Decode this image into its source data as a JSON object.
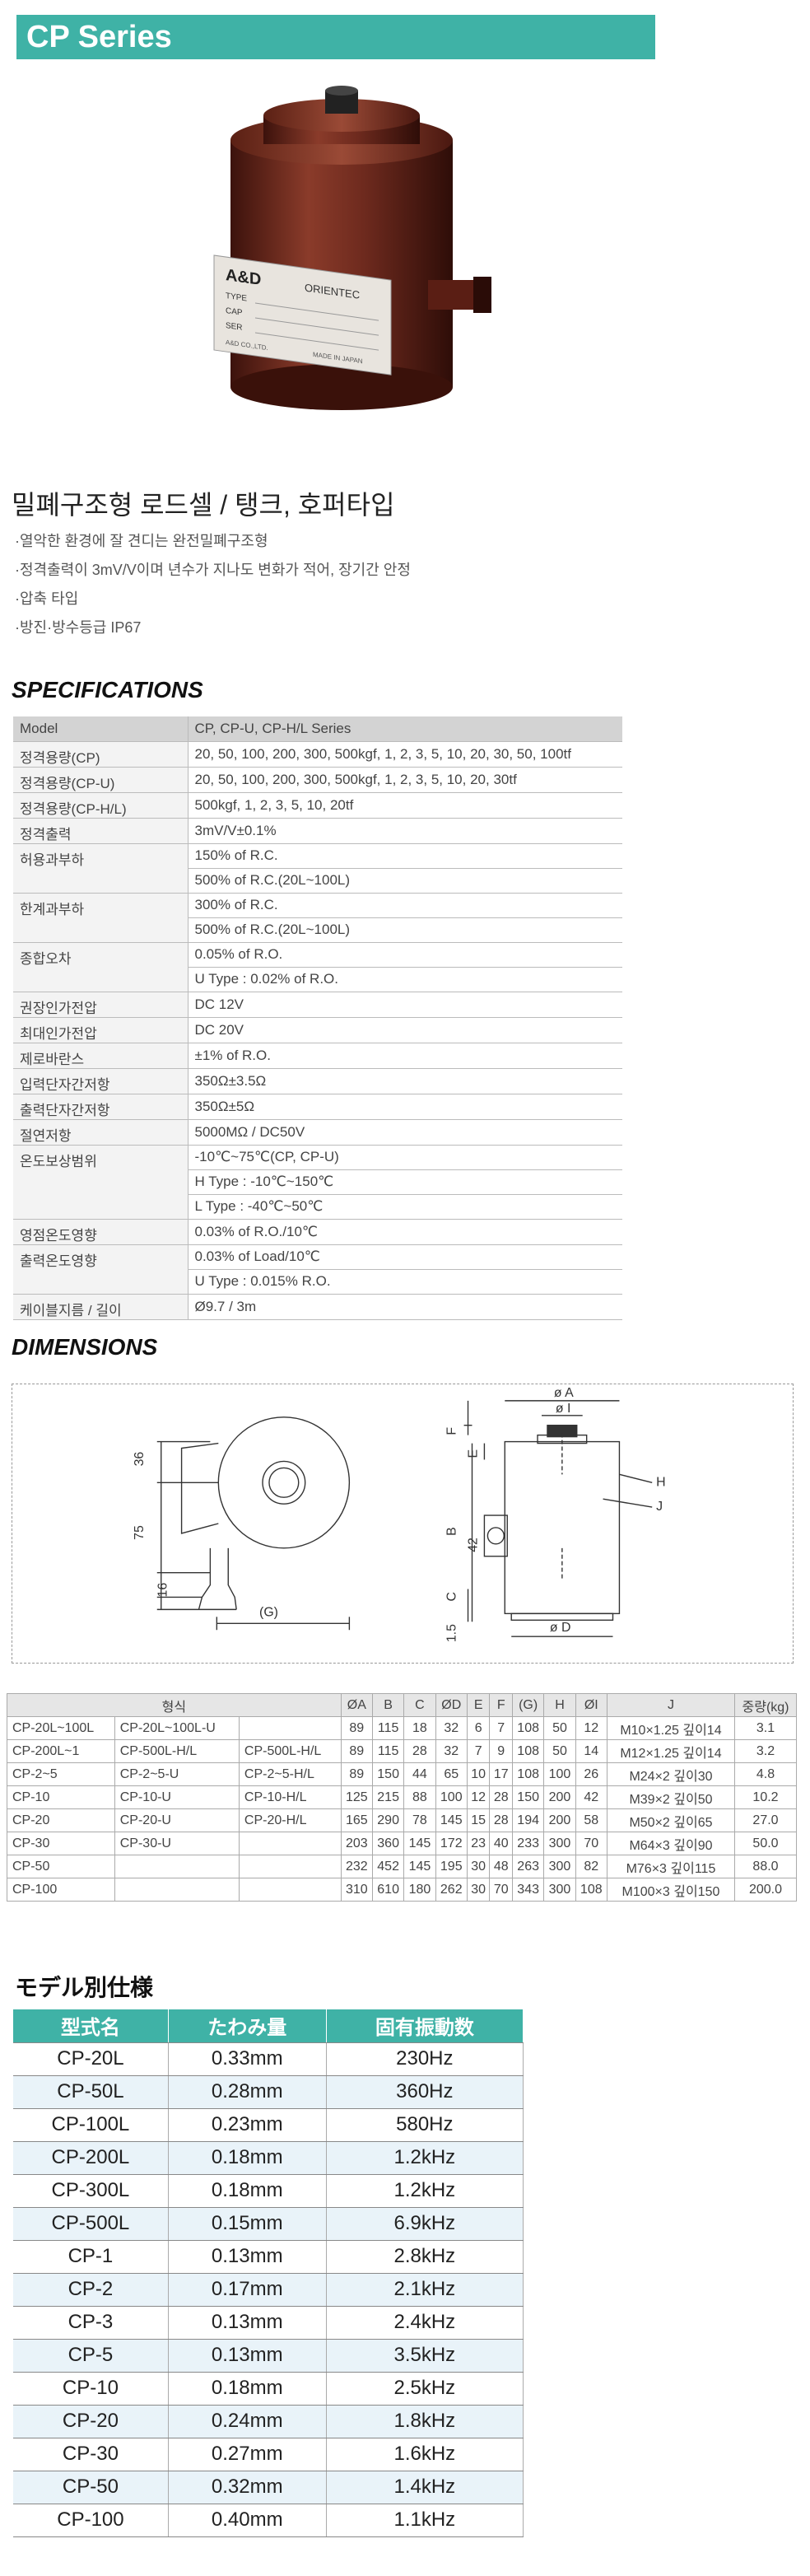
{
  "header": {
    "series": "CP Series"
  },
  "product": {
    "title": "밀폐구조형 로드셀 / 탱크, 호퍼타입",
    "nameplate": {
      "brand": "A&D",
      "maker": "ORIENTEC",
      "lines": [
        "TYPE",
        "CAP",
        "SER"
      ],
      "footer_left": "A&D CO.,LTD.",
      "footer_right": "MADE IN JAPAN"
    },
    "features": [
      "·열악한 환경에 잘 견디는 완전밀폐구조형",
      "·정격출력이 3mV/V이며 년수가 지나도 변화가 적어, 장기간 안정",
      "·압축 타입",
      "·방진·방수등급 IP67"
    ]
  },
  "specifications": {
    "heading": "SPECIFICATIONS",
    "header_row": [
      "Model",
      "CP, CP-U, CP-H/L Series"
    ],
    "rows": [
      {
        "label": "정격용량(CP)",
        "values": [
          "20, 50, 100, 200, 300, 500kgf, 1, 2, 3, 5, 10, 20, 30, 50, 100tf"
        ]
      },
      {
        "label": "정격용량(CP-U)",
        "values": [
          "20, 50, 100, 200, 300, 500kgf, 1, 2, 3, 5, 10, 20, 30tf"
        ]
      },
      {
        "label": "정격용량(CP-H/L)",
        "values": [
          "500kgf, 1, 2, 3, 5, 10, 20tf"
        ]
      },
      {
        "label": "정격출력",
        "values": [
          "3mV/V±0.1%"
        ]
      },
      {
        "label": "허용과부하",
        "values": [
          "150% of R.C.",
          "500% of R.C.(20L~100L)"
        ]
      },
      {
        "label": "한계과부하",
        "values": [
          "300% of R.C.",
          "500% of R.C.(20L~100L)"
        ]
      },
      {
        "label": "종합오차",
        "values": [
          "0.05% of R.O.",
          "U Type : 0.02% of R.O."
        ]
      },
      {
        "label": "권장인가전압",
        "values": [
          "DC 12V"
        ]
      },
      {
        "label": "최대인가전압",
        "values": [
          "DC 20V"
        ]
      },
      {
        "label": "제로바란스",
        "values": [
          "±1% of R.O."
        ]
      },
      {
        "label": "입력단자간저항",
        "values": [
          "350Ω±3.5Ω"
        ]
      },
      {
        "label": "출력단자간저항",
        "values": [
          "350Ω±5Ω"
        ]
      },
      {
        "label": "절연저항",
        "values": [
          "5000MΩ / DC50V"
        ]
      },
      {
        "label": "온도보상범위",
        "values": [
          "-10℃~75℃(CP, CP-U)",
          "H Type : -10℃~150℃",
          "L Type : -40℃~50℃"
        ]
      },
      {
        "label": "영점온도영향",
        "values": [
          "0.03% of R.O./10℃"
        ]
      },
      {
        "label": "출력온도영향",
        "values": [
          "0.03% of Load/10℃",
          "U Type : 0.015% R.O."
        ]
      },
      {
        "label": "케이블지름 / 길이",
        "values": [
          "Ø9.7 / 3m"
        ]
      }
    ]
  },
  "dimensions": {
    "heading": "DIMENSIONS",
    "drawing_labels": {
      "left": [
        "36",
        "75",
        "16",
        "(G)"
      ],
      "right": [
        "ø A",
        "ø I",
        "F",
        "E",
        "B",
        "H",
        "J",
        "42",
        "C",
        "1.5",
        "ø D"
      ]
    },
    "table": {
      "headers": [
        "형식",
        "ØA",
        "B",
        "C",
        "ØD",
        "E",
        "F",
        "(G)",
        "H",
        "ØI",
        "J",
        "중량(kg)"
      ],
      "rows": [
        {
          "m1": "CP-20L~100L",
          "m2": "CP-20L~100L-U",
          "m3": "",
          "v": [
            "89",
            "115",
            "18",
            "32",
            "6",
            "7",
            "108",
            "50",
            "12",
            "M10×1.25 깊이14",
            "3.1"
          ]
        },
        {
          "m1": "CP-200L~1",
          "m2": "CP-500L-H/L",
          "m3": "CP-500L-H/L",
          "v": [
            "89",
            "115",
            "28",
            "32",
            "7",
            "9",
            "108",
            "50",
            "14",
            "M12×1.25 깊이14",
            "3.2"
          ]
        },
        {
          "m1": "CP-2~5",
          "m2": "CP-2~5-U",
          "m3": "CP-2~5-H/L",
          "v": [
            "89",
            "150",
            "44",
            "65",
            "10",
            "17",
            "108",
            "100",
            "26",
            "M24×2 깊이30",
            "4.8"
          ]
        },
        {
          "m1": "CP-10",
          "m2": "CP-10-U",
          "m3": "CP-10-H/L",
          "v": [
            "125",
            "215",
            "88",
            "100",
            "12",
            "28",
            "150",
            "200",
            "42",
            "M39×2 깊이50",
            "10.2"
          ]
        },
        {
          "m1": "CP-20",
          "m2": "CP-20-U",
          "m3": "CP-20-H/L",
          "v": [
            "165",
            "290",
            "78",
            "145",
            "15",
            "28",
            "194",
            "200",
            "58",
            "M50×2 깊이65",
            "27.0"
          ]
        },
        {
          "m1": "CP-30",
          "m2": "CP-30-U",
          "m3": "",
          "v": [
            "203",
            "360",
            "145",
            "172",
            "23",
            "40",
            "233",
            "300",
            "70",
            "M64×3 깊이90",
            "50.0"
          ]
        },
        {
          "m1": "CP-50",
          "m2": "",
          "m3": "",
          "v": [
            "232",
            "452",
            "145",
            "195",
            "30",
            "48",
            "263",
            "300",
            "82",
            "M76×3 깊이115",
            "88.0"
          ]
        },
        {
          "m1": "CP-100",
          "m2": "",
          "m3": "",
          "v": [
            "310",
            "610",
            "180",
            "262",
            "30",
            "70",
            "343",
            "300",
            "108",
            "M100×3 깊이150",
            "200.0"
          ]
        }
      ]
    }
  },
  "model_specs": {
    "heading": "モデル別仕様",
    "headers": [
      "型式名",
      "たわみ量",
      "固有振動数"
    ],
    "rows": [
      [
        "CP-20L",
        "0.33mm",
        "230Hz"
      ],
      [
        "CP-50L",
        "0.28mm",
        "360Hz"
      ],
      [
        "CP-100L",
        "0.23mm",
        "580Hz"
      ],
      [
        "CP-200L",
        "0.18mm",
        "1.2kHz"
      ],
      [
        "CP-300L",
        "0.18mm",
        "1.2kHz"
      ],
      [
        "CP-500L",
        "0.15mm",
        "6.9kHz"
      ],
      [
        "CP-1",
        "0.13mm",
        "2.8kHz"
      ],
      [
        "CP-2",
        "0.17mm",
        "2.1kHz"
      ],
      [
        "CP-3",
        "0.13mm",
        "2.4kHz"
      ],
      [
        "CP-5",
        "0.13mm",
        "3.5kHz"
      ],
      [
        "CP-10",
        "0.18mm",
        "2.5kHz"
      ],
      [
        "CP-20",
        "0.24mm",
        "1.8kHz"
      ],
      [
        "CP-30",
        "0.27mm",
        "1.6kHz"
      ],
      [
        "CP-50",
        "0.32mm",
        "1.4kHz"
      ],
      [
        "CP-100",
        "0.40mm",
        "1.1kHz"
      ]
    ]
  },
  "colors": {
    "accent": "#3fb2a6",
    "load_cell_body": "#6e2a1e",
    "table_stripe": "#e9f3f9"
  }
}
